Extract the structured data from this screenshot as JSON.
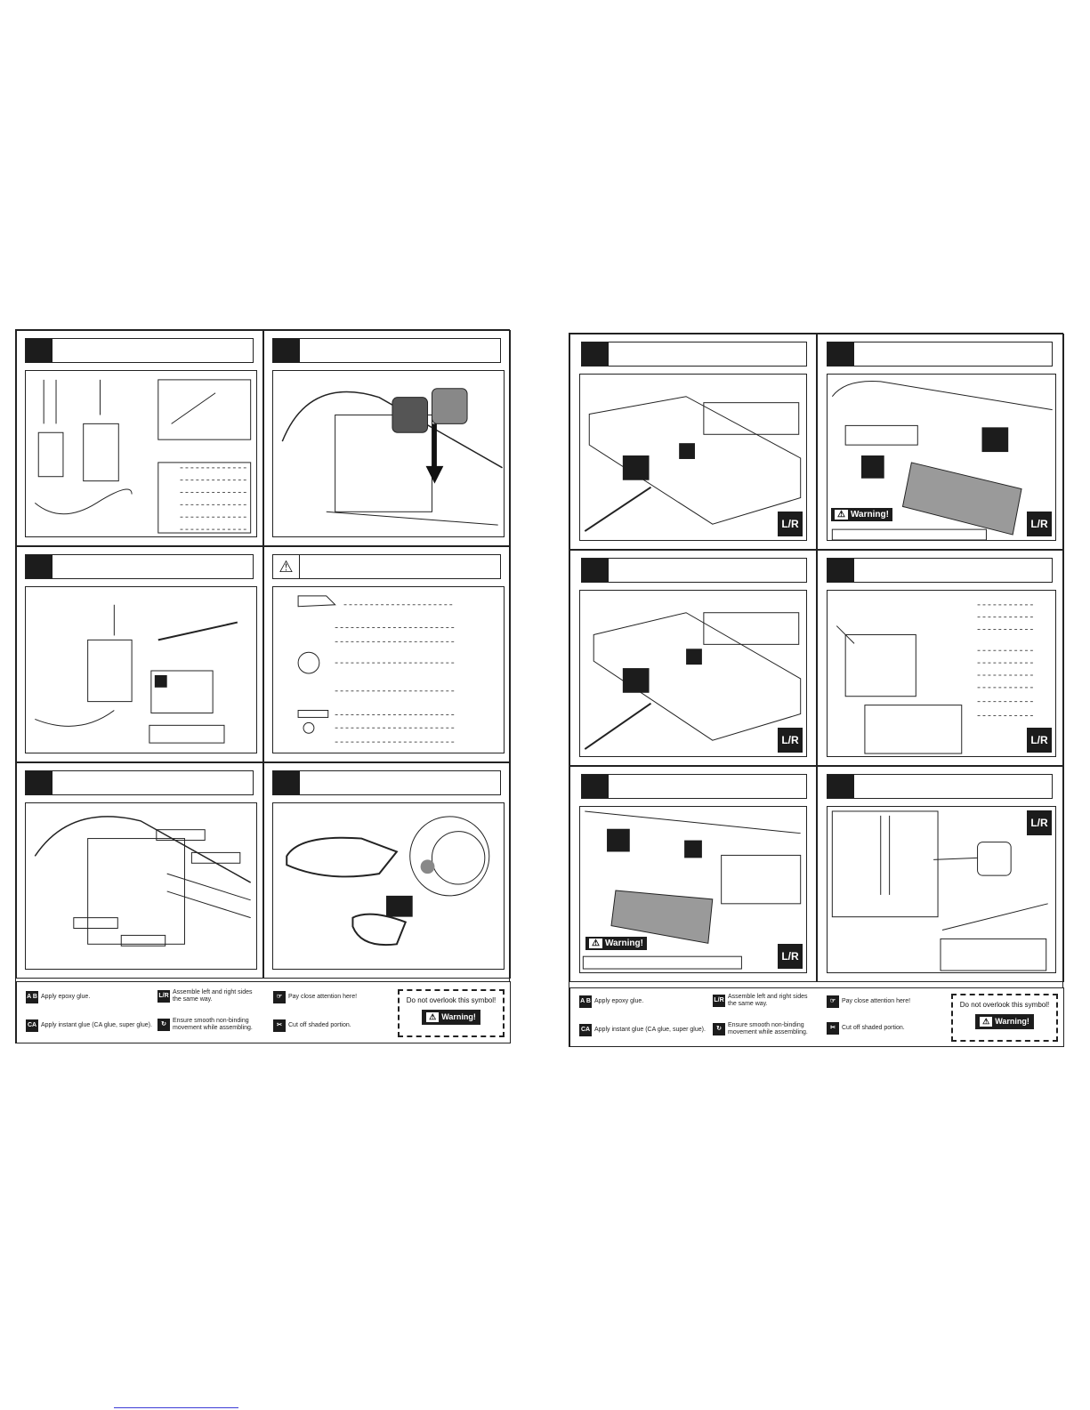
{
  "legend": {
    "epoxy_label": "Apply epoxy glue.",
    "instant_label": "Apply instant glue (CA glue, super glue).",
    "assemble_label": "Assemble left and right sides the same way.",
    "smooth_label": "Ensure smooth non-binding movement while assembling.",
    "attention_label": "Pay close attention here!",
    "cut_label": "Cut off shaded portion.",
    "warning_box_text": "Do not overlook this symbol!",
    "warning_badge": "Warning!"
  },
  "icons": {
    "epoxy": "A B",
    "instant": "CA",
    "lr": "L/R",
    "warning": "⚠"
  },
  "warning_badge_text": "Warning!",
  "colors": {
    "ink": "#1c1c1c",
    "paper": "#ffffff",
    "shade": "#9a9a9a"
  }
}
